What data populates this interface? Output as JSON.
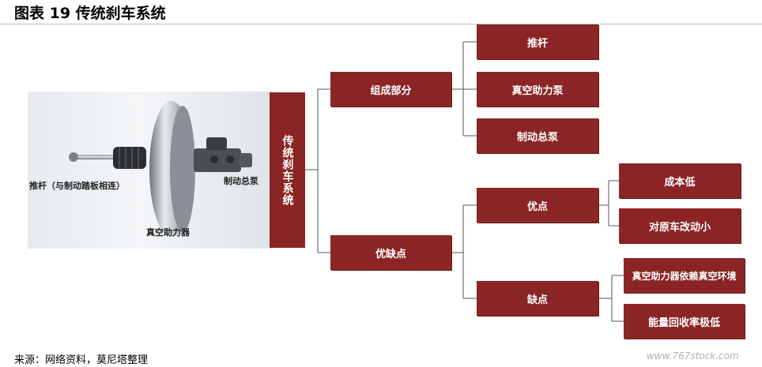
{
  "title": "图表 19 传统刹车系统",
  "photo": {
    "labels": {
      "push_rod": "推杆（与制动踏板相连）",
      "vacuum_booster": "真空助力器",
      "master_pump": "制动总泵"
    }
  },
  "root": "传统刹车系统",
  "branches": {
    "components": {
      "label": "组成部分",
      "children": [
        "推杆",
        "真空助力泵",
        "制动总泵"
      ]
    },
    "pros_cons": {
      "label": "优缺点",
      "pros": {
        "label": "优点",
        "children": [
          "成本低",
          "对原车改动小"
        ]
      },
      "cons": {
        "label": "缺点",
        "children": [
          "真空助力器依赖真空环境",
          "能量回收率极低"
        ]
      }
    }
  },
  "source": "来源：网络资料，莫尼塔整理",
  "watermark": "www.767stock.com",
  "colors": {
    "box": "#8b2525",
    "line": "#555555"
  }
}
